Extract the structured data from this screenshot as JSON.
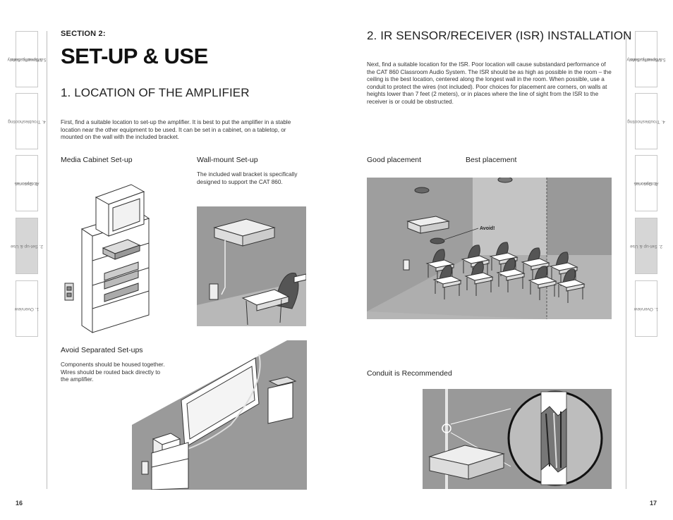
{
  "left_tabs": [
    {
      "lines": [
        "5. Warranty, Safety",
        "& Specifications"
      ],
      "active": false
    },
    {
      "lines": [
        "4. Troubleshooting"
      ],
      "active": false
    },
    {
      "lines": [
        "3. Optional",
        "Accessories"
      ],
      "active": false
    },
    {
      "lines": [
        "2. Set-up & Use"
      ],
      "active": true
    },
    {
      "lines": [
        "1. Overview"
      ],
      "active": false
    }
  ],
  "right_tabs": [
    {
      "lines": [
        "5. Warranty, Safety",
        "& Specifications"
      ],
      "active": false
    },
    {
      "lines": [
        "4. Troubleshooting"
      ],
      "active": false
    },
    {
      "lines": [
        "3. Optional",
        "Accessories"
      ],
      "active": false
    },
    {
      "lines": [
        "2. Set-up & Use"
      ],
      "active": true
    },
    {
      "lines": [
        "1. Overview"
      ],
      "active": false
    }
  ],
  "left_page": {
    "section_label": "SECTION 2:",
    "title": "SET-UP & USE",
    "heading": "1. LOCATION OF THE AMPLIFIER",
    "intro": "First, find a suitable location to set-up the amplifier. It is best to put the amplifier in a stable location near the other equipment to be used. It can be set in a cabinet, on a tabletop, or mounted on the wall with the included bracket.",
    "media_cabinet_label": "Media Cabinet Set-up",
    "wall_mount_label": "Wall-mount Set-up",
    "wall_mount_text": "The included wall bracket is specifically designed to support the CAT 860.",
    "avoid_label": "Avoid Separated Set-ups",
    "avoid_text": "Components should be housed together. Wires should be routed back directly to the amplifier.",
    "page_number": "16"
  },
  "right_page": {
    "heading": "2. IR SENSOR/RECEIVER (ISR) INSTALLATION",
    "intro": "Next, find a suitable location for the ISR. Poor location will cause substandard performance of the CAT 860 Classroom Audio System. The ISR should be as high as possible in the room – the ceiling is the best location, centered along the longest wall in the room. When possible, use a conduit to protect the wires (not included). Poor choices for placement are corners, on walls at heights lower than 7 feet (2 meters), or in places where the line of sight from the ISR to the receiver is or could be obstructed.",
    "good_label": "Good placement",
    "best_label": "Best placement",
    "avoid_callout": "Avoid!",
    "conduit_label": "Conduit is Recommended",
    "page_number": "17"
  }
}
